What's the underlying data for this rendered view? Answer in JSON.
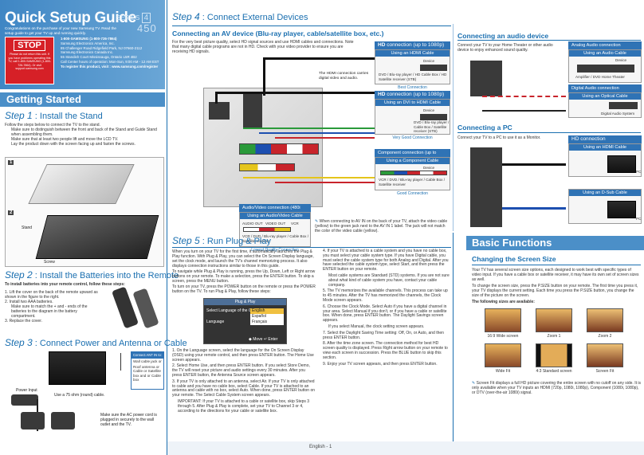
{
  "header": {
    "title": "Quick Setup Guide",
    "series": "SERIES",
    "series_num": "4",
    "model": "450",
    "intro": "Congratulations on the purchase of your new Samsung TV. Read the setup guide to get your TV up and running quickly.",
    "stop_title": "STOP",
    "stop_text": "Please do not return this unit. If you have problems operating this TV, call 1-800-SAMSUNG (1-800-726-7864). Or visit support.samsung.com",
    "contact": [
      "1-800-SAMSUNG (1-800-726-7864)",
      "Samsung Electronics America, Inc.",
      "85 Challenger Road Ridgefield Park, NJ 07660-2112",
      "Samsung Electronics Canada Inc.",
      "55 Standish Court Mississauga, Ontario L5R 4B2",
      "Call Center hours of operation: Mon-Sun, 9:00 AM - 12 AM EST"
    ],
    "register": "To register this product, visit : www.samsung.com/register"
  },
  "getting_started": "Getting Started",
  "step1": {
    "num": "1",
    "title": "Install the Stand",
    "lines": [
      "Follow the steps below to connect the TV to the stand.",
      "Make sure to distinguish between the front and back of the Stand and Guide Stand when assembling them.",
      "Make sure that at least two people lift and move the LCD TV.",
      "Lay the product down with the screen facing up and fasten the screws."
    ],
    "labels": [
      "1",
      "2",
      "Stand",
      "Screw"
    ]
  },
  "step2": {
    "num": "2",
    "title": "Install the Batteries into the Remote",
    "intro": "To install batteries into your remote control, follow these steps:",
    "items": [
      "Lift the cover on the back of the remote upward as shown in the figure to the right.",
      "Install two AAA batteries.",
      "Make sure to match the + and - ends of the batteries to the diagram in the battery compartment.",
      "Replace the cover."
    ]
  },
  "step3": {
    "num": "3",
    "title": "Connect Power and Antenna or Cable",
    "labels": [
      "Power Input",
      "Use a 75 ohm (round) cable.",
      "Connect ANT IN to:",
      "Wall cable jack or",
      "Roof antenna or",
      "Cable or Satellite box and or Cable box",
      "Make sure the AC power cord is plugged in securely to the wall outlet and the TV."
    ]
  },
  "step4": {
    "num": "4",
    "title": "Connect External Devices",
    "av_title": "Connecting an AV device (Blu-ray player, cable/satellite box, etc.)",
    "av_intro": "For the very best picture quality, select HD signal sources and use HDMI cables and connections. Note that many digital cable programs are not in HD. Check with your video provider to ensure you are receiving HD signals.",
    "hdmi_note": "The HDMI connection carries digital video and audio.",
    "hdmi1": {
      "prefix": "HD",
      "label": "connection (up to 1080p)",
      "bar": "Using an HDMI Cable",
      "device": "Device",
      "desc": "DVD / Blu-ray player / HD Cable Box / HD Satellite receiver (STB)",
      "quality": "Best Connection"
    },
    "hdmi2": {
      "prefix": "HD",
      "label": "connection (up to 1080p)",
      "bar": "Using an DVI to HDMI Cable",
      "device": "Device",
      "desc": "DVD / Blu-ray player / Cable Box / Satellite receiver (STB)",
      "quality": "Very Good Connection"
    },
    "component": {
      "label": "Component connection (up to 1080p)",
      "bar": "Using a Component Cable",
      "device": "Device",
      "desc": "VCR / DVD / Blu-ray player / Cable Box / Satellite receiver",
      "quality": "Good Connection"
    },
    "av": {
      "label": "Audio/Video connection (480i only)",
      "bar": "Using an Audio/Video Cable",
      "desc": "VCR / DVD / Blu-ray player / Cable Box / Satellite receiver",
      "quality": "Lowest Quality Connection",
      "ports": [
        "AUDIO OUT",
        "VIDEO OUT",
        "VCR"
      ]
    },
    "av_note": "When connecting to AV IN on the back of your TV, attach the video cable (yellow) to the green jack next to the AV IN 1 label. The jack will not match the color of the video cable (yellow)."
  },
  "audio": {
    "title": "Connecting an audio device",
    "intro": "Connect your TV to your Home Theater or other audio device to enjoy enhanced sound quality.",
    "analog": "Analog Audio connection",
    "analog_bar": "Using an Audio Cable",
    "analog_dev": "Amplifier / DVD Home Theater",
    "digital": "Digital Audio connection",
    "digital_bar": "Using an Optical Cable",
    "digital_dev": "Digital Audio System",
    "device": "Device"
  },
  "pc": {
    "title": "Connecting a PC",
    "intro": "Connect your TV to a PC to use it as a Monitor.",
    "hdmi": "HD connection",
    "hdmi_bar": "Using an HDMI Cable",
    "dsub_bar": "Using an D-Sub Cable",
    "pc_label": "PC"
  },
  "step5": {
    "num": "5",
    "title": "Run Plug & Play",
    "p1": "When you turn on your TV for the first time, it automatically launches the Plug & Play function. With Plug & Play, you can select the On Screen Display language, set the clock mode, and launch the TV's channel memorizing process. It also displays connection instructions similar to those in this guide.",
    "p2": "To navigate while Plug & Play is running, press the Up, Down, Left or Right arrow buttons on your remote. To make a selection, press the ENTER button. To skip a screen, press the MENU button.",
    "p3": "To turn on your TV, press the POWER button on the remote or press the POWER button on the TV. To run Plug & Play, follow these steps:",
    "menu_title": "Plug & Play",
    "menu_row1": "Select Language of the OSD",
    "menu_row2": "Language",
    "menu_opts": [
      "English",
      "Español",
      "Français"
    ],
    "menu_foot": "◆ Move   ↵ Enter",
    "steps": [
      "On the Language screen, select the language for the On Screen Display (OSD) using your remote control, and then press ENTER button. The Home Use screen appears.",
      "Select Home Use, and then press ENTER button. If you select Store Demo, the TV will reset your picture and audio settings every 30 minutes. After you press ENTER button, the Antenna Source screen appears.",
      "If your TV is only attached to an antenna, select Air. If your TV is only attached to cable and you have no cable box, select Cable. If your TV is attached to an antenna and cable with no box, select Auto. When done, press ENTER button on your remote. The Select Cable System screen appears.",
      "IMPORTANT: If your TV is attached to a cable or satellite box, skip Steps 3 through 5. After Plug & Play is complete, set your TV to Channel 3 or 4, according to the directions for your cable or satellite box."
    ],
    "steps2": [
      "If your TV is attached to a cable system and you have no cable box, you must select your cable system type. If you have Digital cable, you must select the cable system type for both Analog and Digital. After you have selected the cable system type, select Start, and then press the ENTER button on your remote.",
      "Most cable systems are Standard (STD) systems. If you are not sure about what kind of cable system you have, contact your cable company.",
      "The TV memorizes the available channels. This process can take up to 45 minutes. After the TV has memorized the channels, the Clock Mode screen appears.",
      "Choose the Clock Mode. Select Auto if you have a digital channel in your area. Select Manual if you don't, or if you have a cable or satellite box. When done, press ENTER button. The Daylight Savings screen appears.",
      "If you select Manual, the clock setting screen appears.",
      "Select the Daylight Saving Time setting: Off, On, or Auto, and then press ENTER button.",
      "After the time zone screen. The connection method for best HD screen quality is displayed. Press Right arrow button on your remote to view each screen in succession. Press the BLUE button to skip this section.",
      "Enjoy your TV screen appears, and then press ENTER button."
    ]
  },
  "basic": {
    "title": "Basic Functions",
    "sub": "Changing the Screen Size",
    "p1": "Your TV has several screen size options, each designed to work best with specific types of video input. If you have a cable box or satellite receiver, it may have its own set of screen sizes as well.",
    "p2": "To change the screen size, press the P.SIZE button on your remote. The first time you press it, your TV displays the current setting. Each time you press the P.SIZE button, you change the size of the picture on the screen.",
    "avail": "The following sizes are available:",
    "sizes": [
      "16:9 Wide screen",
      "Zoom 1",
      "Zoom 2",
      "Wide Fit",
      "4:3 Standard screen",
      "Screen Fit"
    ],
    "note": "Screen Fit displays a full HD picture covering the entire screen with no cutoff on any side. It is only available when your TV inputs an HDMI (720p, 1080i, 1080p), Component (1080i, 1080p), or DTV (over-the-air 1080i) signal."
  },
  "footer": "English - 1",
  "colors": {
    "accent": "#1a6fb0",
    "band": "#4b8fc8",
    "stop": "#d62027"
  }
}
